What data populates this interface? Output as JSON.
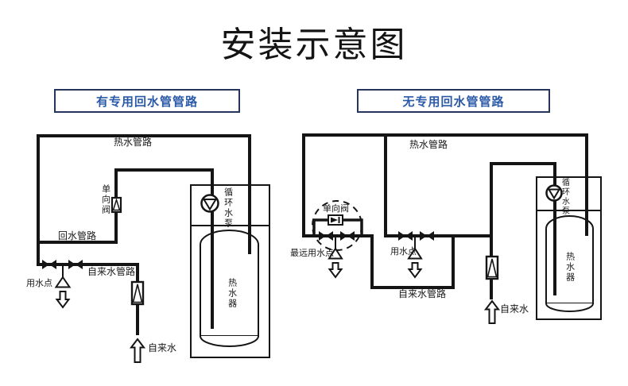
{
  "title": "安装示意图",
  "colors": {
    "line": "#151515",
    "header_text": "#2b5aa8",
    "header_border": "#25355e",
    "background": "#ffffff"
  },
  "panels": [
    {
      "header": "有专用回水管管路",
      "labels": {
        "hot_pipe": "热水管路",
        "check_valve": "单向阀",
        "return_pipe": "回水管路",
        "tap_point": "用水点",
        "cold_pipe": "自来水管路",
        "cold_water": "自来水",
        "pump": "循环水泵",
        "heater": "热水器"
      }
    },
    {
      "header": "无专用回水管管路",
      "labels": {
        "hot_pipe": "热水管路",
        "check_valve": "单向阀",
        "farthest_tap": "最远用水点",
        "tap_point": "用水点",
        "cold_pipe": "自来水管路",
        "cold_water": "自来水",
        "pump": "循环水泵",
        "heater": "热水器"
      }
    }
  ]
}
